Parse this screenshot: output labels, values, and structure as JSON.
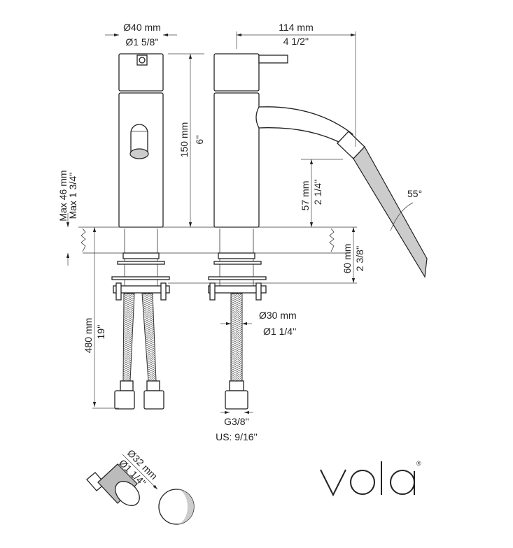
{
  "dimensions": {
    "body_diameter_mm": "Ø40 mm",
    "body_diameter_in": "Ø1 5/8''",
    "reach_mm": "114 mm",
    "reach_in": "4 1/2''",
    "height_mm": "150 mm",
    "height_in": "6''",
    "max_thickness_mm": "Max 46 mm",
    "max_thickness_in": "Max 1 3/4''",
    "spout_height_mm": "57 mm",
    "spout_height_in": "2 1/4''",
    "angle": "55°",
    "shank_mm": "60 mm",
    "shank_in": "2 3/8''",
    "hose_length_mm": "480 mm",
    "hose_length_in": "19''",
    "hole_diameter_mm": "Ø30 mm",
    "hole_diameter_in": "Ø1 1/4''",
    "connection": "G3/8''",
    "connection_us": "US: 9/16''",
    "drill_diameter_mm": "Ø32 mm",
    "drill_diameter_in": "Ø1 1/4''"
  },
  "brand": {
    "name": "vola",
    "mark": "®"
  }
}
